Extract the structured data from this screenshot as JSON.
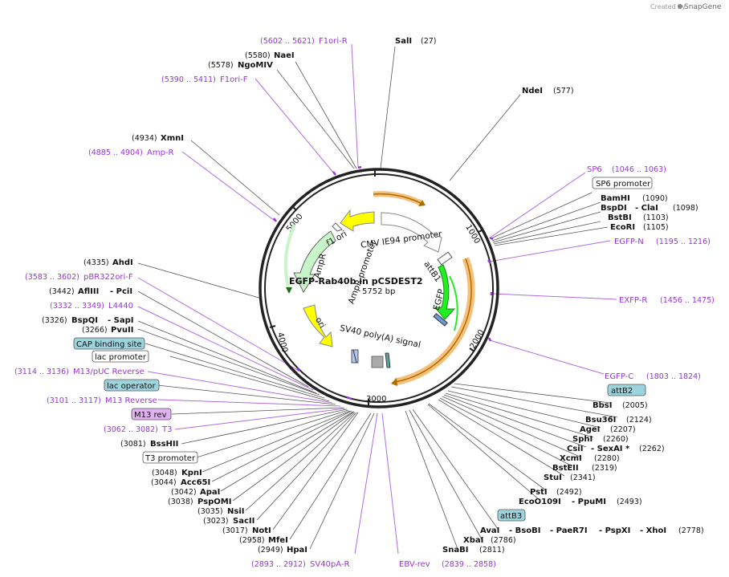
{
  "credit": "Created by",
  "brand": "SnapGene",
  "title": "EGFP-Rab40b in pCSDEST2",
  "size": "5752 bp",
  "ticks": [
    "1000",
    "2000",
    "3000",
    "4000",
    "5000"
  ],
  "features": {
    "cmv": "CMV IE94 promoter",
    "attB1": "attB1",
    "egfp": "EGFP",
    "sv40": "SV40 poly(A) signal",
    "ori": "ori",
    "ampr": "AmpR",
    "ampr_promoter": "AmpR promoter",
    "f1ori": "f1 ori"
  },
  "labels": {
    "SalI": "SalI",
    "SalI_c": "(27)",
    "NdeI": "NdeI",
    "NdeI_c": "(577)",
    "F1oriR_c": "(5602 .. 5621)",
    "F1oriR": "F1ori-R",
    "NaeI_c": "(5580)",
    "NaeI": "NaeI",
    "NgoMIV_c": "(5578)",
    "NgoMIV": "NgoMIV",
    "F1oriF_c": "(5390 .. 5411)",
    "F1oriF": "F1ori-F",
    "XmnI_c": "(4934)",
    "XmnI": "XmnI",
    "AmpR_c": "(4885 .. 4904)",
    "AmpR": "Amp-R",
    "SP6": "SP6",
    "SP6_c": "(1046 .. 1063)",
    "SP6prom": "SP6 promoter",
    "BamHI": "BamHI",
    "BamHI_c": "(1090)",
    "BspDI": "BspDI",
    "ClaI": "- ClaI",
    "BspDI_c": "(1098)",
    "BstBI": "BstBI",
    "BstBI_c": "(1103)",
    "EcoRI": "EcoRI",
    "EcoRI_c": "(1105)",
    "EGFPN": "EGFP-N",
    "EGFPN_c": "(1195 .. 1216)",
    "AhdI_c": "(4335)",
    "AhdI": "AhdI",
    "pBR_c": "(3583 .. 3602)",
    "pBR": "pBR322ori-F",
    "AflIII_c": "(3442)",
    "AflIII": "AflIII",
    "PciI": "- PciI",
    "L4440_c": "(3332 .. 3349)",
    "L4440": "L4440",
    "BspQI_c": "(3326)",
    "BspQI": "BspQI",
    "SapI": "- SapI",
    "PvuII_c": "(3266)",
    "PvuII": "PvuII",
    "CAP": "CAP binding site",
    "lacprom": "lac promoter",
    "M13pUC_c": "(3114 .. 3136)",
    "M13pUC": "M13/pUC Reverse",
    "lacop": "lac operator",
    "M13rev_c": "(3101 .. 3117)",
    "M13rev": "M13 Reverse",
    "M13revbox": "M13 rev",
    "T3_c": "(3062 .. 3082)",
    "T3": "T3",
    "BssHII_c": "(3081)",
    "BssHII": "BssHII",
    "T3prom": "T3 promoter",
    "KpnI_c": "(3048)",
    "KpnI": "KpnI",
    "Acc65I_c": "(3044)",
    "Acc65I": "Acc65I",
    "ApaI_c": "(3042)",
    "ApaI": "ApaI",
    "PspOMI_c": "(3038)",
    "PspOMI": "PspOMI",
    "NsiI_c": "(3035)",
    "NsiI": "NsiI",
    "SacII_c": "(3023)",
    "SacII": "SacII",
    "NotI_c": "(3017)",
    "NotI": "NotI",
    "MfeI_c": "(2958)",
    "MfeI": "MfeI",
    "HpaI_c": "(2949)",
    "HpaI": "HpaI",
    "SV40pAR_c": "(2893 .. 2912)",
    "SV40pAR": "SV40pA-R",
    "EBVrev": "EBV-rev",
    "EBVrev_c": "(2839 .. 2858)",
    "EXFPR": "EXFP-R",
    "EXFPR_c": "(1456 .. 1475)",
    "EGFPC": "EGFP-C",
    "EGFPC_c": "(1803 .. 1824)",
    "attB2": "attB2",
    "BbsI": "BbsI",
    "BbsI_c": "(2005)",
    "Bsu36I": "Bsu36I",
    "Bsu36I_c": "(2124)",
    "AgeI": "AgeI",
    "AgeI_c": "(2207)",
    "SphI": "SphI",
    "SphI_c": "(2260)",
    "CsiI": "CsiI",
    "SexAI": "- SexAI *",
    "CsiI_c": "(2262)",
    "XcmI": "XcmI",
    "XcmI_c": "(2280)",
    "BstEII": "BstEII",
    "BstEII_c": "(2319)",
    "StuI": "StuI",
    "StuI_c": "(2341)",
    "PstI": "PstI",
    "PstI_c": "(2492)",
    "EcoO109I": "EcoO109I",
    "PpuMI": "- PpuMI",
    "EcoO109I_c": "(2493)",
    "attB3": "attB3",
    "AvaI": "AvaI",
    "BsoBI": "- BsoBI",
    "PaeR7I": "- PaeR7I",
    "PspXI": "- PspXI",
    "XhoI": "- XhoI",
    "AvaI_c": "(2778)",
    "XbaI": "XbaI",
    "XbaI_c": "(2786)",
    "SnaBI": "SnaBI",
    "SnaBI_c": "(2811)"
  },
  "colors": {
    "primer": "#9a34d8",
    "yellow": "#ffff00",
    "green": "#22ee22",
    "lightgreen": "#c8f5c8",
    "orange": "#f5a623",
    "box": "#9dd3dc",
    "purplebox": "#e0b0f0"
  }
}
